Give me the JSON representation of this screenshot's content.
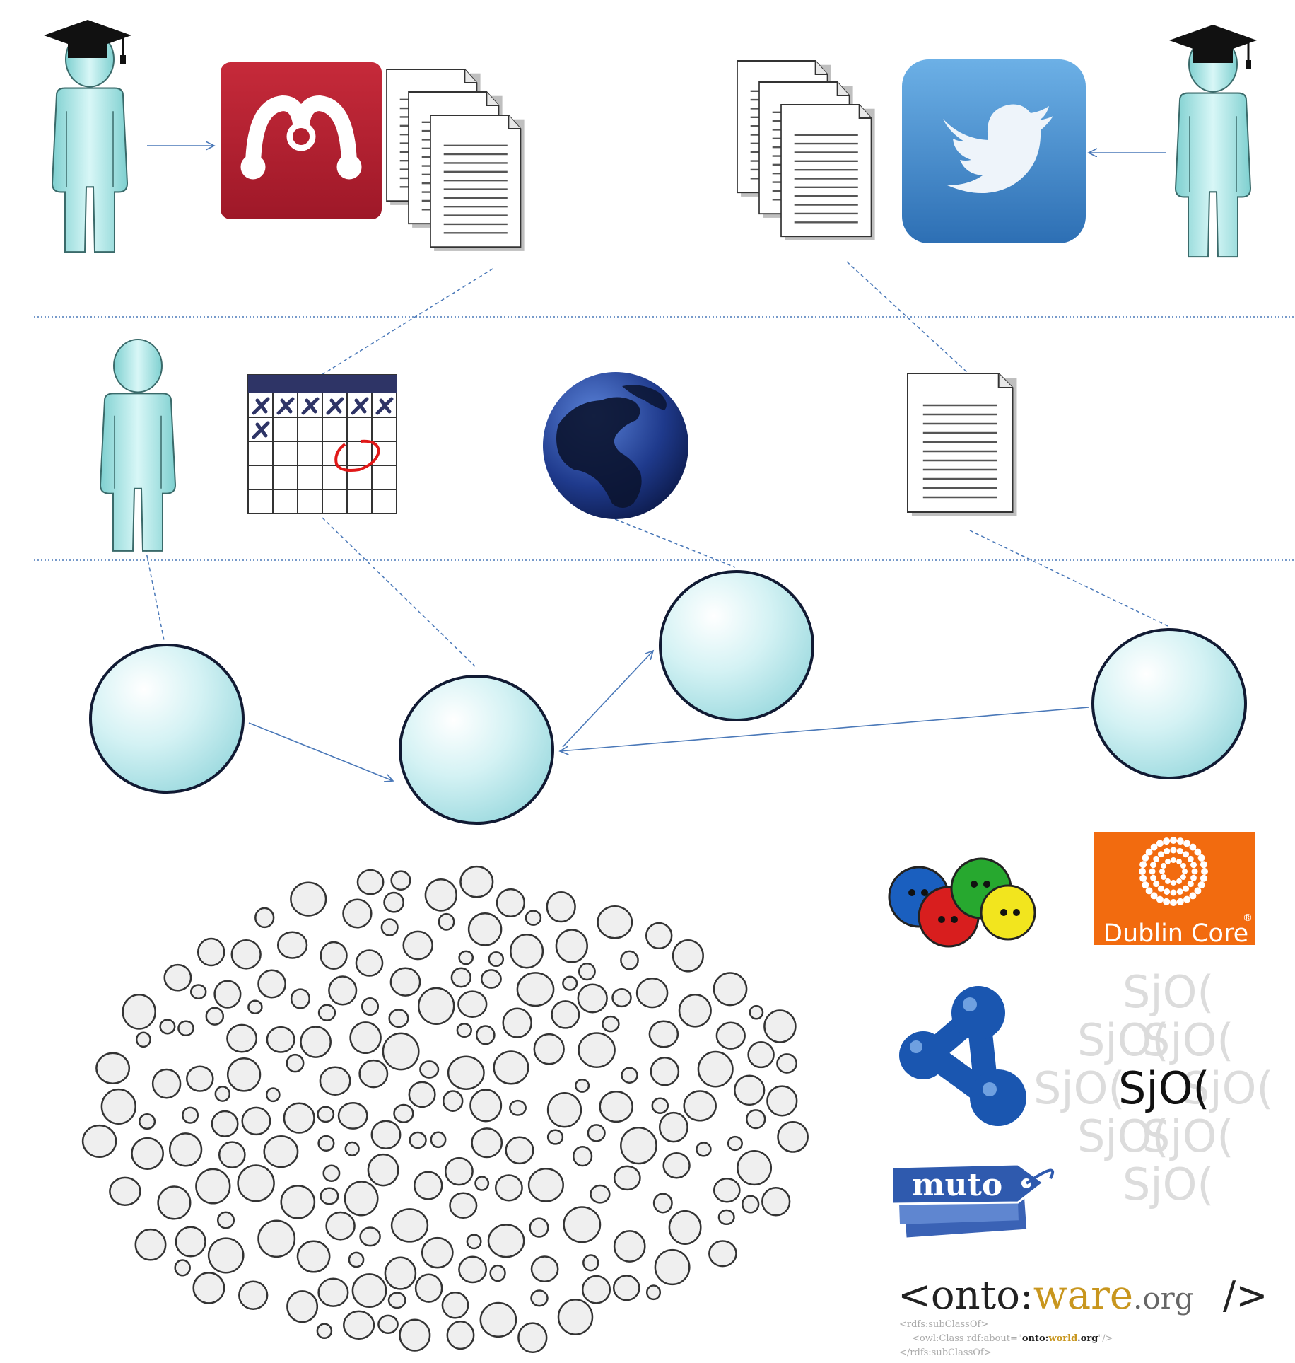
{
  "logos": {
    "dublin_core": "Dublin Core",
    "dublin_core_mark": "®",
    "muto": "muto",
    "sioc": "SjO(",
    "ontoware": {
      "open": "<onto:",
      "middle": "ware",
      "suffix": ".org",
      "close": "/>",
      "code_line1": "<rdfs:subClassOf>",
      "code_line2_pre": "<owl:Class rdf:about=\"",
      "code_line2_a": "onto:",
      "code_line2_b": "world",
      "code_line2_c": ".org",
      "code_line2_post": "\"/>",
      "code_line3": "</rdfs:subClassOf>"
    }
  },
  "colors": {
    "mendeley_red": "#b3202f",
    "twitter_blue": "#3d86c9",
    "person_fill": "#a8e4e4",
    "node_fill": "#c9eef0",
    "dublin_orange": "#f26b0f",
    "ontoware_gold": "#c8961e",
    "connector_blue": "#4a78b8"
  },
  "icons": [
    "graduate-person-icon",
    "mendeley-icon",
    "document-stack-icon",
    "twitter-icon",
    "person-icon",
    "calendar-icon",
    "globe-icon",
    "document-icon",
    "foaf-icon",
    "dublin-core-icon",
    "rdf-icon",
    "sioc-icon",
    "muto-icon",
    "ontoware-icon"
  ]
}
